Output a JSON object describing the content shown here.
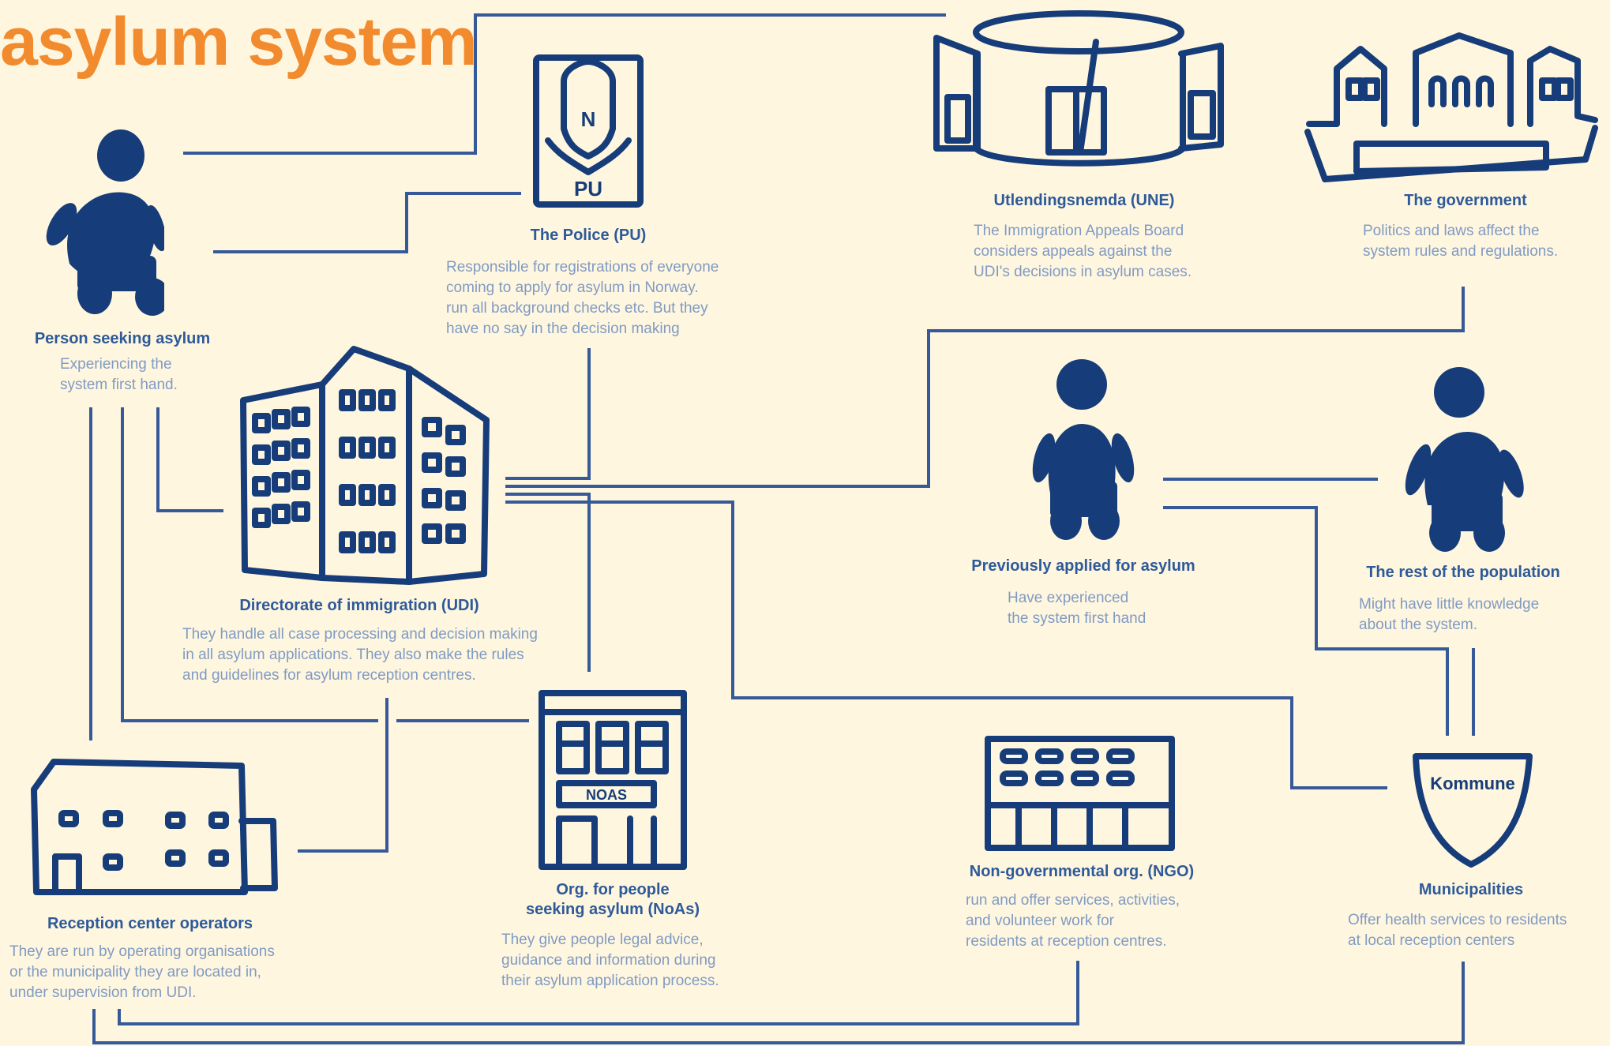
{
  "title": "asylum system",
  "colors": {
    "background": "#fff6df",
    "title": "#f28a2e",
    "node_title": "#2d5a9a",
    "node_desc": "#7f9bc4",
    "lines": "#36599a",
    "icons": "#163d79"
  },
  "icon_labels": {
    "police_badge": "PU",
    "noas_sign": "NOAS",
    "kommune_sign": "Kommune"
  },
  "nodes": {
    "person": {
      "icon": "person-icon",
      "title": "Person seeking asylum",
      "desc": [
        "Experiencing the",
        "system first hand."
      ]
    },
    "police": {
      "icon": "police-badge-icon",
      "title": "The Police (PU)",
      "desc": [
        "Responsible for registrations of everyone",
        "coming to apply for asylum in Norway.",
        "run all background checks etc. But they",
        "have no say in the decision making"
      ]
    },
    "une": {
      "icon": "appeals-board-building-icon",
      "title": "Utlendingsnemda (UNE)",
      "desc": [
        "The Immigration Appeals Board",
        "considers appeals against the",
        "UDI's decisions in asylum cases."
      ]
    },
    "government": {
      "icon": "government-building-icon",
      "title": "The government",
      "desc": [
        "Politics and laws affect the",
        "system rules and regulations."
      ]
    },
    "udi": {
      "icon": "office-tower-icon",
      "title": "Directorate of immigration (UDI)",
      "desc": [
        "They handle all case processing and decision making",
        "in all asylum applications. They also make the rules",
        "and guidelines for asylum reception centres."
      ]
    },
    "previous": {
      "icon": "person-icon",
      "title": "Previously applied for asylum",
      "desc": [
        "Have experienced",
        "the system first hand"
      ]
    },
    "population": {
      "icon": "person-icon",
      "title": "The rest of the population",
      "desc": [
        "Might have little knowledge",
        "about the system."
      ]
    },
    "reception": {
      "icon": "reception-center-icon",
      "title": "Reception center operators",
      "desc": [
        "They are run by operating organisations",
        "or the municipality they are located in,",
        "under supervision from UDI."
      ]
    },
    "noas": {
      "icon": "noas-building-icon",
      "title": [
        "Org. for people",
        "seeking asylum (NoAs)"
      ],
      "desc": [
        "They give people legal advice,",
        "guidance and information during",
        "their asylum application process."
      ]
    },
    "ngo": {
      "icon": "ngo-building-icon",
      "title": "Non-governmental org. (NGO)",
      "desc": [
        "run and offer services, activities,",
        "and volunteer work for",
        "residents at reception centres."
      ]
    },
    "municipalities": {
      "icon": "municipality-shield-icon",
      "title": "Municipalities",
      "desc": [
        "Offer health services to residents",
        "at local reception centers"
      ]
    }
  }
}
